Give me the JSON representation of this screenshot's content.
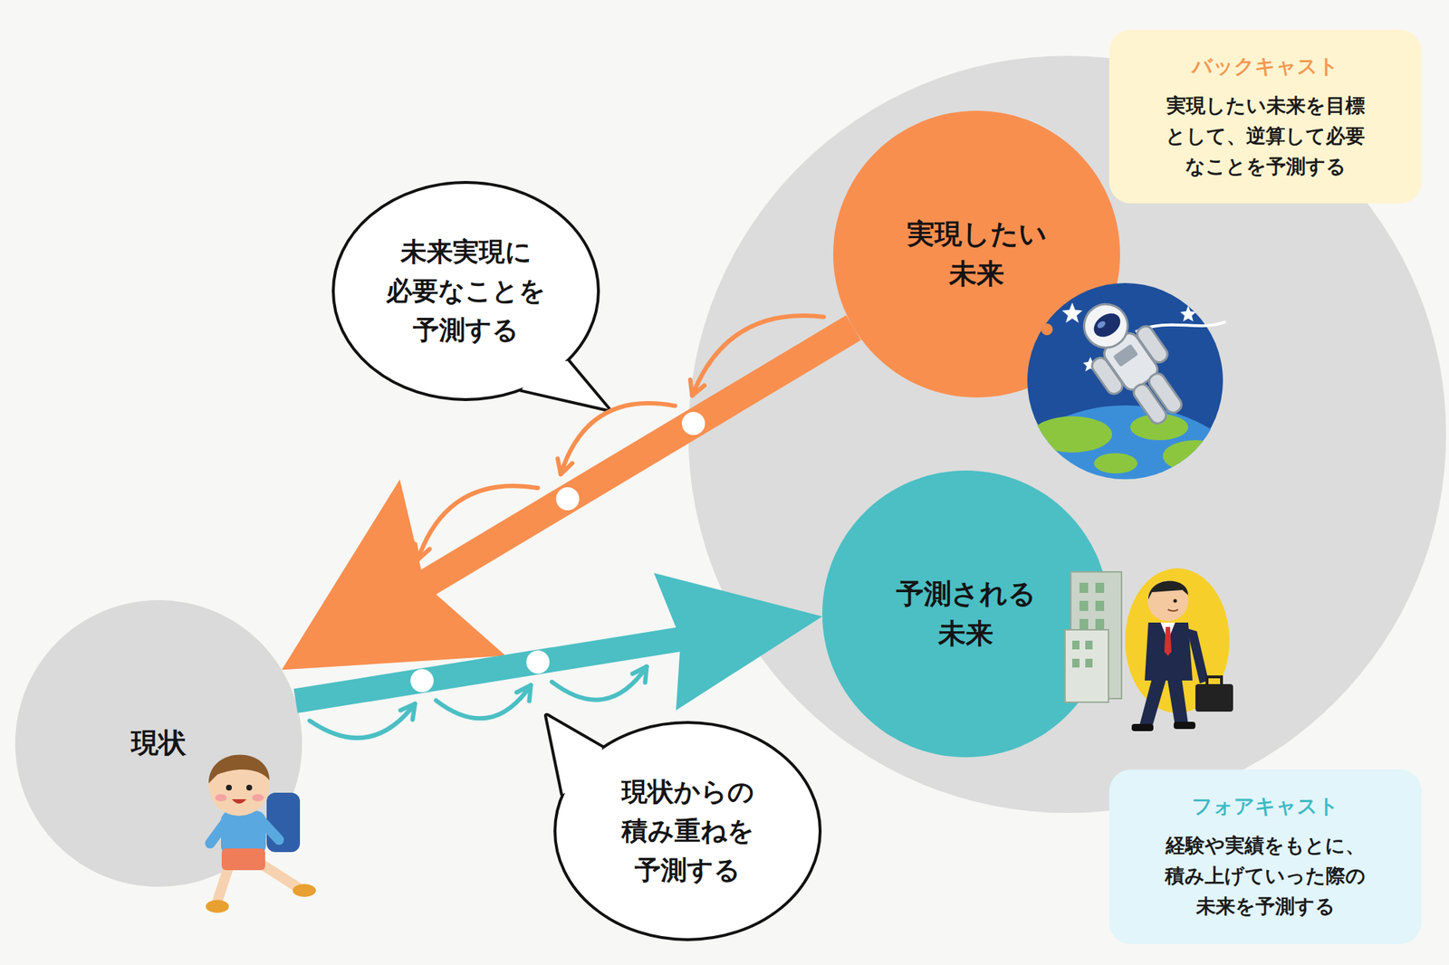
{
  "diagram": {
    "nodes": [
      {
        "text": [
          "バックキャスト",
          "実現したい未来を目標 として、逆算して必要 なことを予測する"
        ]
      },
      {
        "text": [
          "実現したい 未来"
        ]
      },
      {
        "text": [
          "未来実現に 必要なことを 予測する"
        ]
      },
      {
        "text": [
          "予測される 未来"
        ]
      },
      {
        "text": [
          "現状"
        ]
      },
      {
        "text": [
          "現状からの 積み重ねを 予測する"
        ]
      },
      {
        "text": [
          "フォアキャスト",
          "経験や実績をもとに、 積み上げていった際の 未来を予測する"
        ]
      }
    ],
    "edges": [
      {
        "from": 1,
        "to": 4,
        "arrow": "to"
      },
      {
        "from": 4,
        "to": 3,
        "arrow": "to"
      }
    ]
  }
}
